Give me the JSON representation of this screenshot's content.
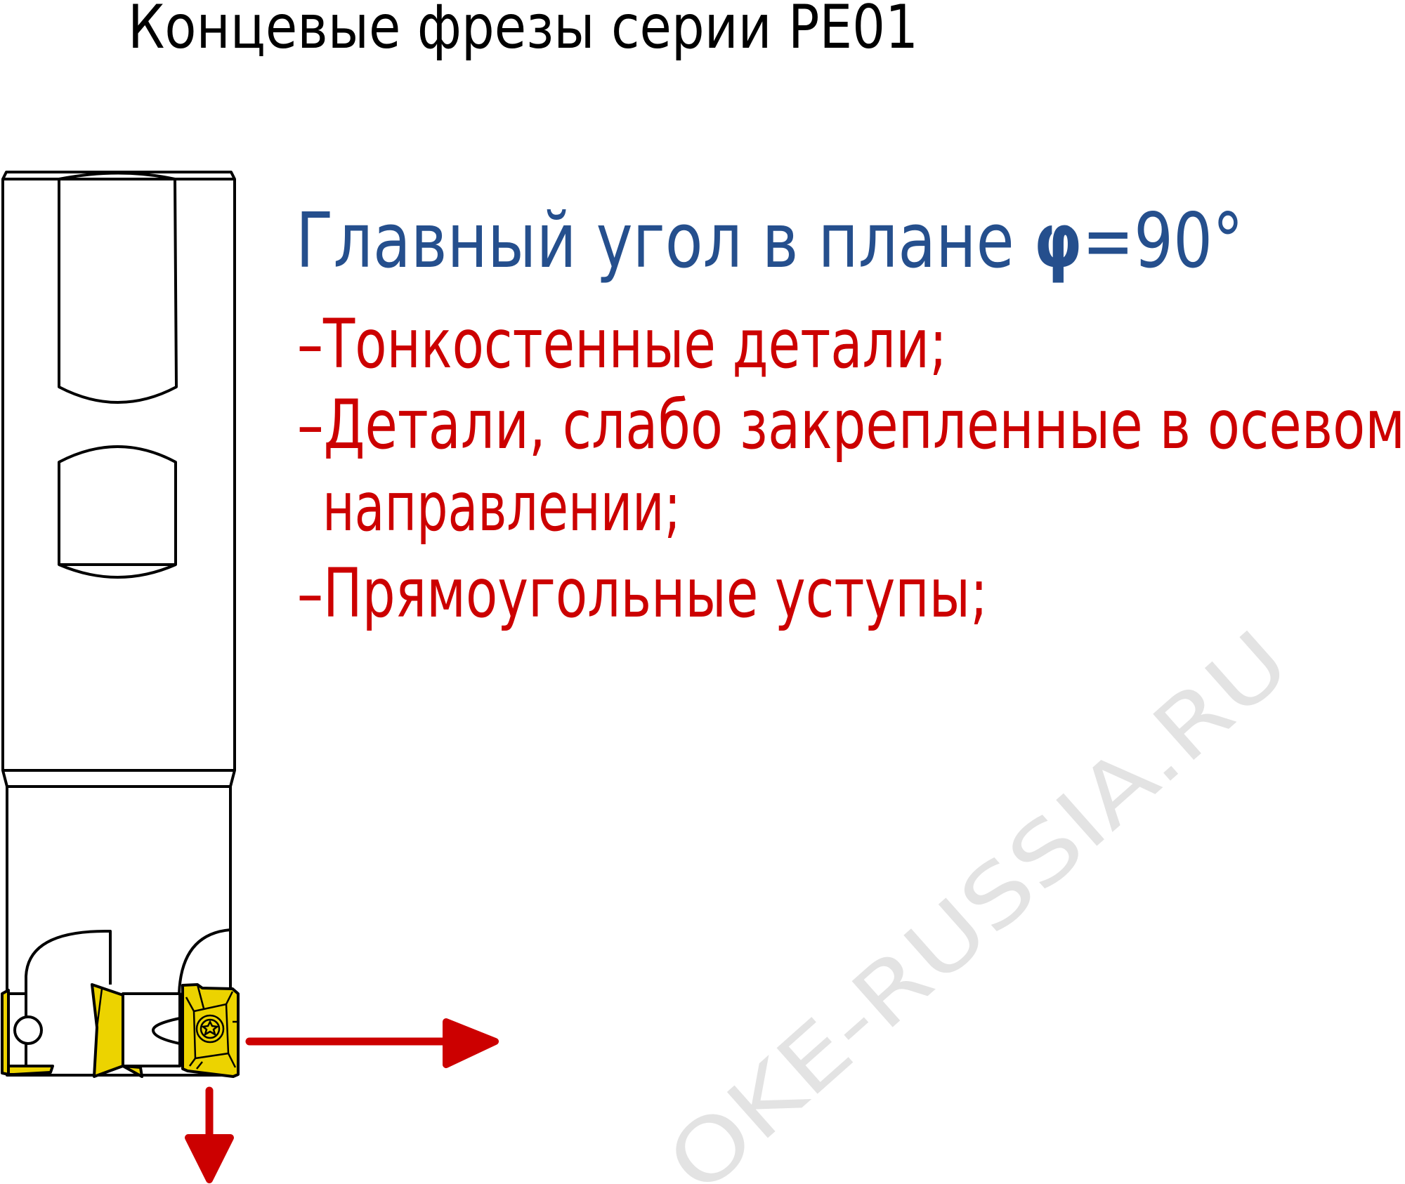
{
  "title": "Концевые фрезы серии PE01",
  "heading": {
    "text": "Главный угол в плане ",
    "symbol": "φ",
    "value": "=90°"
  },
  "features": [
    "–Тонкостенные детали;",
    "–Детали, слабо закрепленные в осевом",
    "направлении;",
    "–Прямоугольные уступы;"
  ],
  "watermark": "OKE-RUSSIA.RU",
  "colors": {
    "heading": "#254f8d",
    "features": "#cc0000",
    "insert": "#ecd300",
    "arrow": "#cc0000",
    "watermark": "#e3e3e3"
  }
}
